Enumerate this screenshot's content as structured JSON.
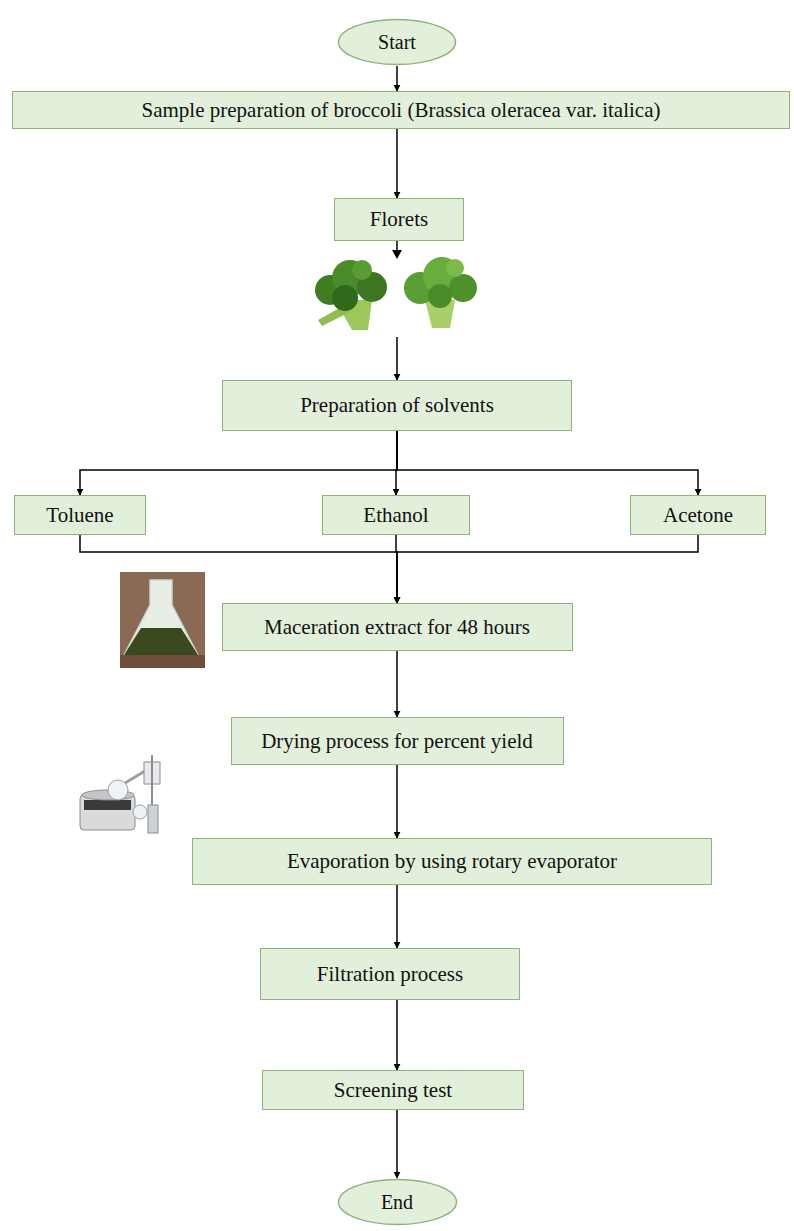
{
  "diagram": {
    "nodes": [
      {
        "text": [
          "Start"
        ]
      },
      {
        "text": [
          "Sample preparation of broccoli (Brassica oleracea var. italica)"
        ]
      },
      {
        "text": [
          "Florets"
        ]
      },
      {
        "text": [
          "Preparation of solvents"
        ]
      },
      {
        "text": [
          "Toluene"
        ]
      },
      {
        "text": [
          "Ethanol"
        ]
      },
      {
        "text": [
          "Acetone"
        ]
      },
      {
        "text": [
          "Maceration extract for 48 hours"
        ]
      },
      {
        "text": [
          "Drying process for percent yield"
        ]
      },
      {
        "text": [
          "Evaporation by using rotary evaporator"
        ]
      },
      {
        "text": [
          "Filtration process"
        ]
      },
      {
        "text": [
          "Screening test"
        ]
      },
      {
        "text": [
          "End"
        ]
      }
    ],
    "edges": [
      {
        "from": 0,
        "to": 1,
        "arrow": "to"
      },
      {
        "from": 1,
        "to": 2,
        "arrow": "to"
      },
      {
        "from": 2,
        "to": 3,
        "arrow": "to"
      },
      {
        "from": 3,
        "to": 4,
        "arrow": "to"
      },
      {
        "from": 3,
        "to": 5,
        "arrow": "to"
      },
      {
        "from": 3,
        "to": 6,
        "arrow": "to"
      },
      {
        "from": 4,
        "to": 7,
        "arrow": "to"
      },
      {
        "from": 5,
        "to": 7,
        "arrow": "to"
      },
      {
        "from": 6,
        "to": 7,
        "arrow": "to"
      },
      {
        "from": 7,
        "to": 8,
        "arrow": "to"
      },
      {
        "from": 8,
        "to": 9,
        "arrow": "to"
      },
      {
        "from": 9,
        "to": 10,
        "arrow": "to"
      },
      {
        "from": 10,
        "to": 11,
        "arrow": "to"
      },
      {
        "from": 11,
        "to": 12,
        "arrow": "to"
      }
    ]
  }
}
